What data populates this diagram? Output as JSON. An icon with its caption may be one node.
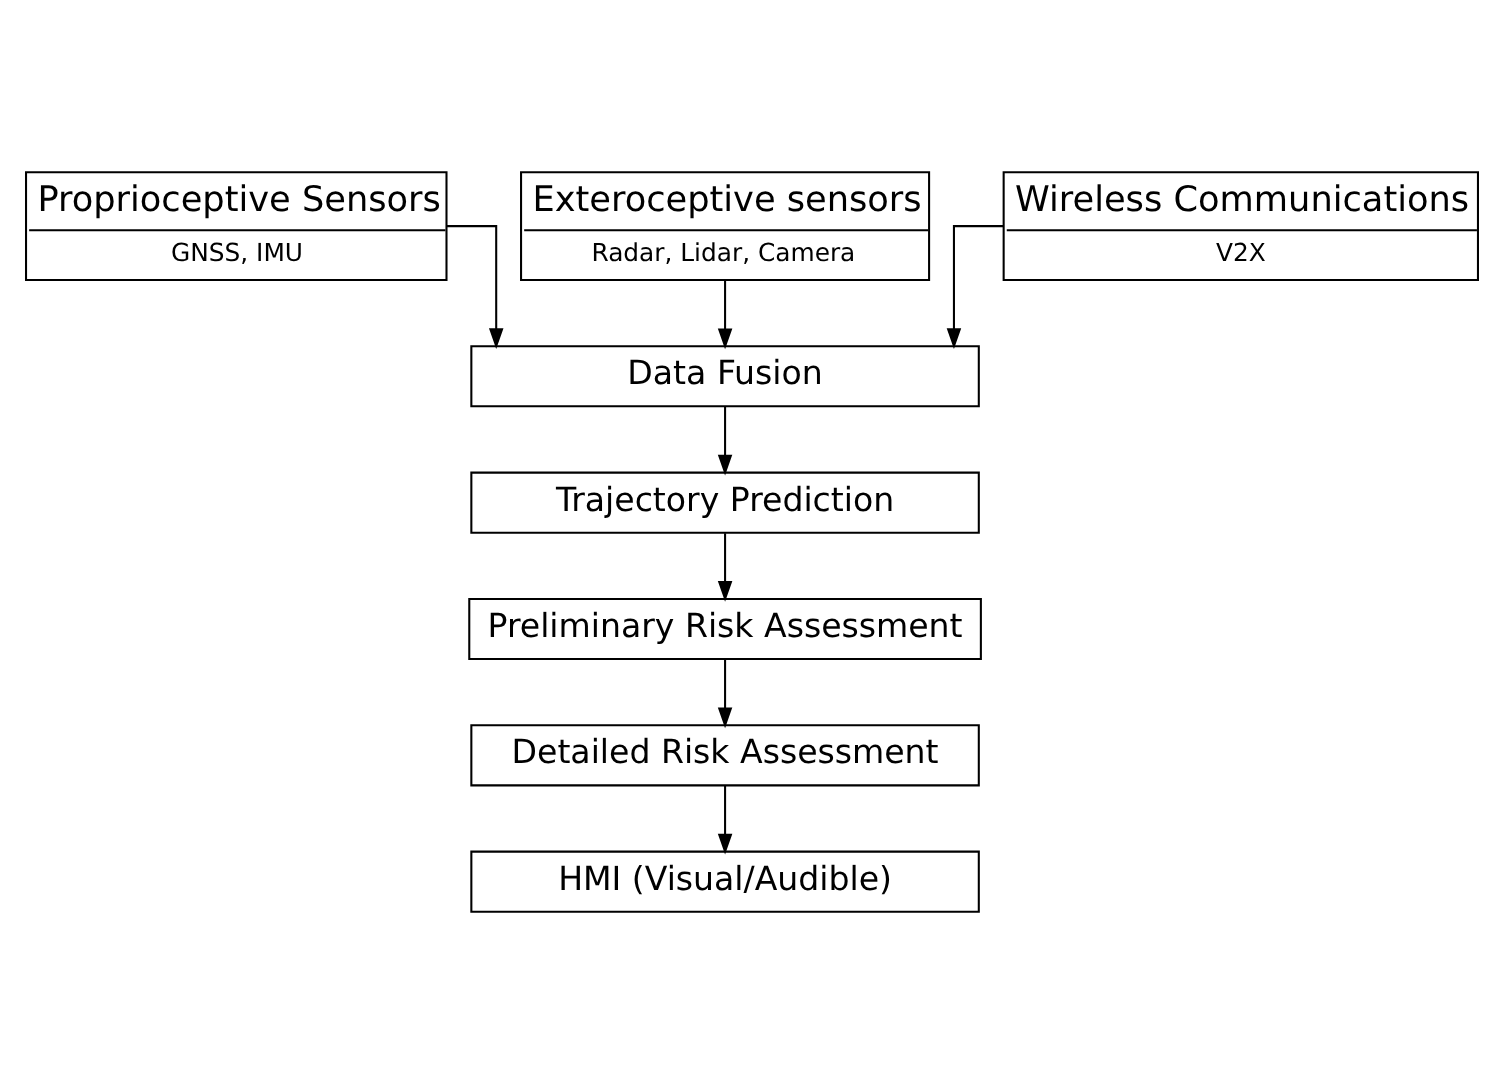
{
  "diagram": {
    "nodes": [
      {
        "text": [
          "Proprioceptive Sensors",
          "GNSS, IMU"
        ]
      },
      {
        "text": [
          "Exteroceptive sensors",
          "Radar, Lidar, Camera"
        ]
      },
      {
        "text": [
          "Wireless Communications",
          "V2X"
        ]
      },
      {
        "text": [
          "Data Fusion"
        ]
      },
      {
        "text": [
          "Trajectory Prediction"
        ]
      },
      {
        "text": [
          "Preliminary Risk Assessment"
        ]
      },
      {
        "text": [
          "Detailed Risk Assessment"
        ]
      },
      {
        "text": [
          "HMI (Visual/Audible)"
        ]
      }
    ],
    "edges": [
      {
        "from": 0,
        "to": 3,
        "arrow": "to"
      },
      {
        "from": 1,
        "to": 3,
        "arrow": "to"
      },
      {
        "from": 2,
        "to": 3,
        "arrow": "to"
      },
      {
        "from": 3,
        "to": 4,
        "arrow": "to"
      },
      {
        "from": 4,
        "to": 5,
        "arrow": "to"
      },
      {
        "from": 5,
        "to": 6,
        "arrow": "to"
      },
      {
        "from": 6,
        "to": 7,
        "arrow": "to"
      }
    ]
  }
}
